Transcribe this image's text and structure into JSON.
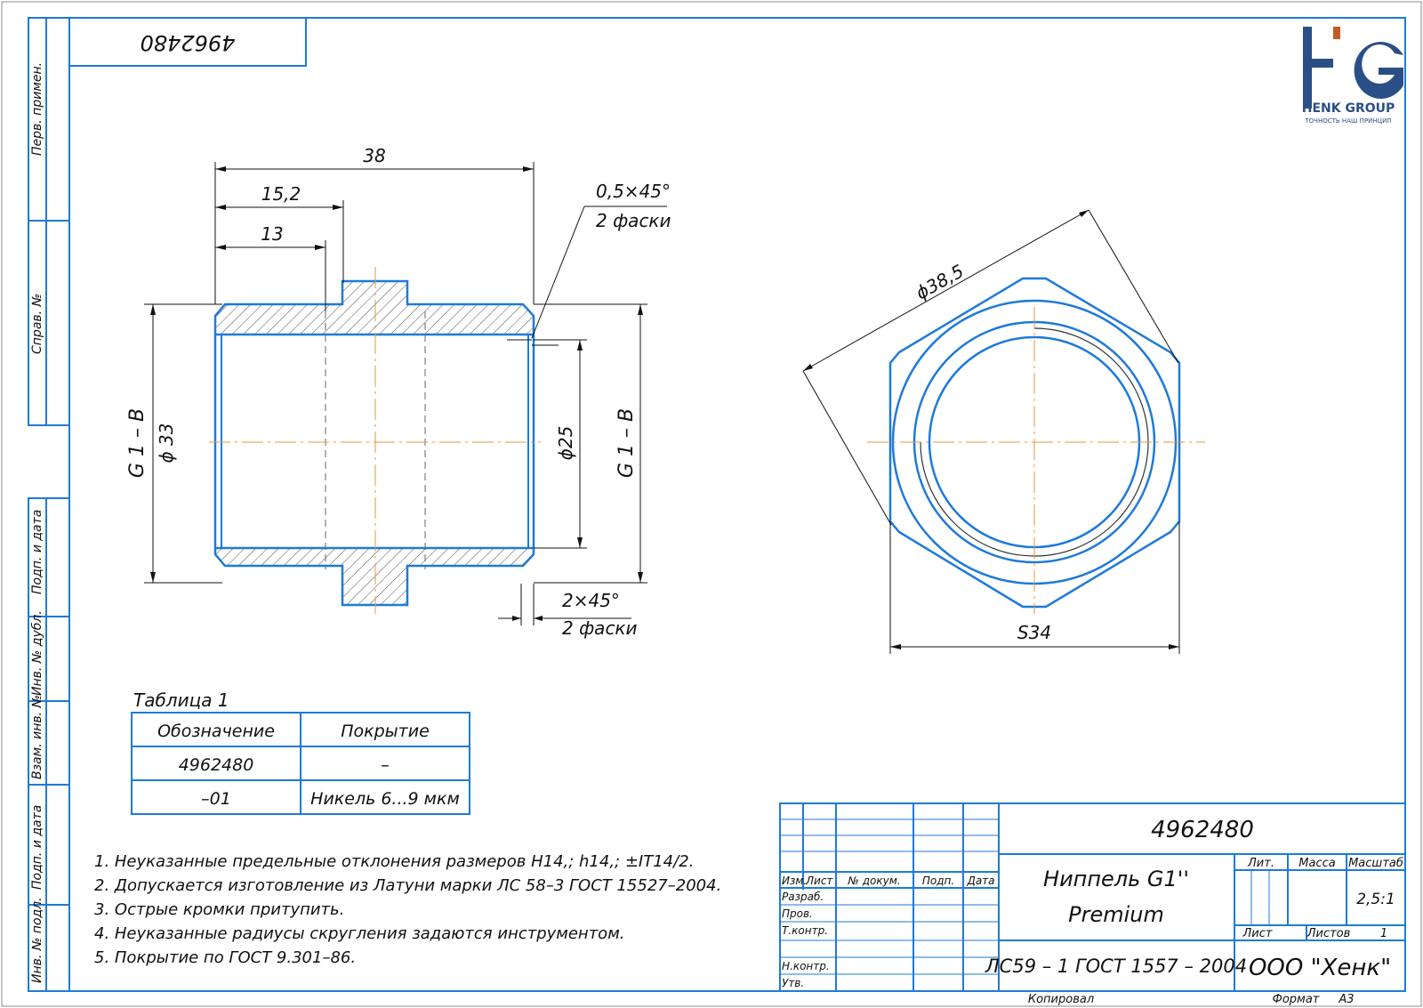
{
  "stamp_top": "4962480",
  "logo": {
    "brand": "HENK GROUP",
    "tagline": "ТОЧНОСТЬ НАШ ПРИНЦИП",
    "letters": "HG",
    "colors": {
      "blue": "#2a4f86",
      "orange": "#c25b25"
    }
  },
  "side_labels": [
    "Перв. примен.",
    "Справ. №",
    "Подп. и дата",
    "Инв. № дубл.",
    "Взам. инв. №",
    "Подп. и дата",
    "Инв. № подл."
  ],
  "dims": {
    "length": "38",
    "d1": "15,2",
    "d2": "13",
    "chamfer1_a": "0,5×45°",
    "chamfer1_b": "2 фаски",
    "chamfer2_a": "2×45°",
    "chamfer2_b": "2 фаски",
    "thread_left": "G 1 – B",
    "dia_outer": "ϕ 33",
    "dia_inner": "ϕ25",
    "thread_right": "G 1 – B",
    "hex_dia": "ϕ38,5",
    "hex_size": "S34"
  },
  "table": {
    "caption": "Таблица 1",
    "headers": [
      "Обозначение",
      "Покрытие"
    ],
    "rows": [
      [
        "4962480",
        "–"
      ],
      [
        "–01",
        "Никель 6...9 мкм"
      ]
    ]
  },
  "notes": [
    "1. Неуказанные предельные отклонения размеров H14,; h14,; ±IT14/2.",
    "2. Допускается изготовление из Латуни марки ЛС 58–3 ГОСТ 15527–2004.",
    "3. Острые кромки притупить.",
    "4. Неуказанные радиусы скругления задаются инструментом.",
    "5. Покрытие по ГОСТ 9.301–86."
  ],
  "title_block": {
    "designation": "4962480",
    "name_line1": "Ниппель G1''",
    "name_line2": "Premium",
    "material": "ЛС59 – 1 ГОСТ 1557 – 2004",
    "company": "ООО \"Хенк\"",
    "col_izm": "Изм.",
    "col_list": "Лист",
    "col_doc": "№ докум.",
    "col_podp": "Подп.",
    "col_data": "Дата",
    "row_razrab": "Разраб.",
    "row_prov": "Пров.",
    "row_tkontr": "Т.контр.",
    "row_nkontr": "Н.контр.",
    "row_utv": "Утв.",
    "lit": "Лит.",
    "massa": "Масса",
    "masshtab": "Масштаб",
    "scale_value": "2,5:1",
    "sheet": "Лист",
    "sheets": "Листов",
    "sheets_value": "1",
    "copied": "Копировал",
    "format_label": "Формат",
    "format_value": "А3"
  }
}
